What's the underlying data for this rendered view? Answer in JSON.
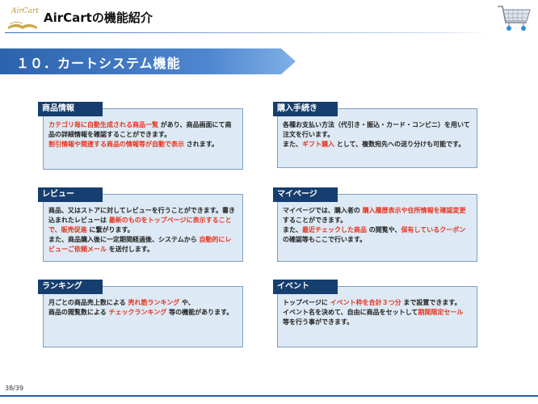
{
  "header": {
    "logo_text": "AirCart",
    "title": "AirCartの機能紹介"
  },
  "banner": {
    "title": "１０．カートシステム機能"
  },
  "sections": {
    "product_info": {
      "label": "商品情報",
      "t1": "カテゴリ毎に自動生成される商品一覧",
      "t2": " があり、商品画面にて商品の詳細情報を確認することができます。",
      "t3": "割引情報や関連する商品の情報等が自動で表示",
      "t4": " されます。"
    },
    "purchase": {
      "label": "購入手続き",
      "t1": "各種お支払い方法（代引き・振込・カード・コンビニ）を用いて注文を行います。",
      "t2": "また、",
      "t3": "ギフト購入",
      "t4": " として、複数宛先への送り分けも可能です。"
    },
    "review": {
      "label": "レビュー",
      "t1": "商品、又はストアに対してレビューを行うことができます。書き込まれたレビューは ",
      "t2": "最新のものをトップページに表示することで、販売促進",
      "t3": " に繋がります。",
      "t4": "また、商品購入後に一定期間経過後、システムから ",
      "t5": "自動的にレビューご依頼メール",
      "t6": " を送付します。"
    },
    "mypage": {
      "label": "マイページ",
      "t1": "マイページでは、購入者の ",
      "t2": "購入履歴表示や住所情報を確認変更",
      "t3": " することができます。",
      "t4": "また、",
      "t5": "最近チェックした商品",
      "t6": " の閲覧や、",
      "t7": "保有しているクーポン",
      "t8": " の確認等もここで行います。"
    },
    "ranking": {
      "label": "ランキング",
      "t1": "月ごとの商品売上数による ",
      "t2": "売れ筋ランキング",
      "t3": " や、",
      "t4": "商品の閲覧数による ",
      "t5": "チェックランキング",
      "t6": " 等の機能があります。"
    },
    "event": {
      "label": "イベント",
      "t1": "トップページに ",
      "t2": "イベント枠を合計３つ分",
      "t3": " まで設置できます。",
      "t4": "イベント名を決めて、自由に商品をセットして",
      "t5": "期間限定セール",
      "t6": " 等を行う事ができます。"
    }
  },
  "footer": {
    "page": "38/39"
  },
  "colors": {
    "accent_blue": "#2a5ea8",
    "tag_navy": "#163e6e",
    "card_bg": "#dde9f4",
    "highlight_red": "#e6331e"
  }
}
